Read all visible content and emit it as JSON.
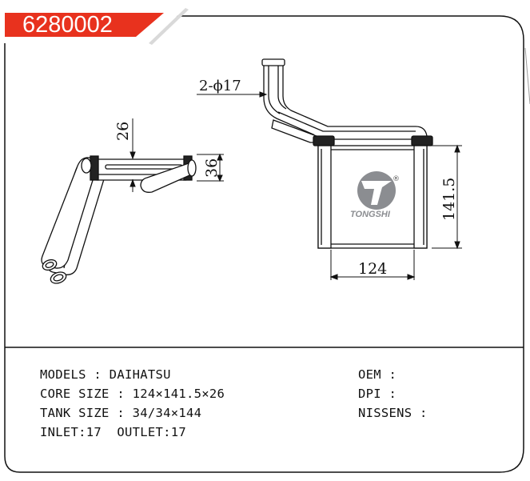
{
  "part_number": "6280002",
  "brand": {
    "name": "TONGSHI",
    "registered_mark": "®",
    "accent_color": "#e8321e",
    "logo_color": "#8b8d91"
  },
  "dimensions": {
    "pipe_label": "2-ϕ17",
    "thickness": "26",
    "tank_height": "36",
    "core_height": "141.5",
    "core_width": "124"
  },
  "specs": {
    "models": "MODELS : DAIHATSU",
    "core_size": "CORE SIZE : 124×141.5×26",
    "tank_size": "TANK SIZE : 34/34×144",
    "inlet_outlet": "INLET:17  OUTLET:17",
    "oem": "OEM :",
    "dpi": "DPI :",
    "nissens": "NISSENS :"
  }
}
